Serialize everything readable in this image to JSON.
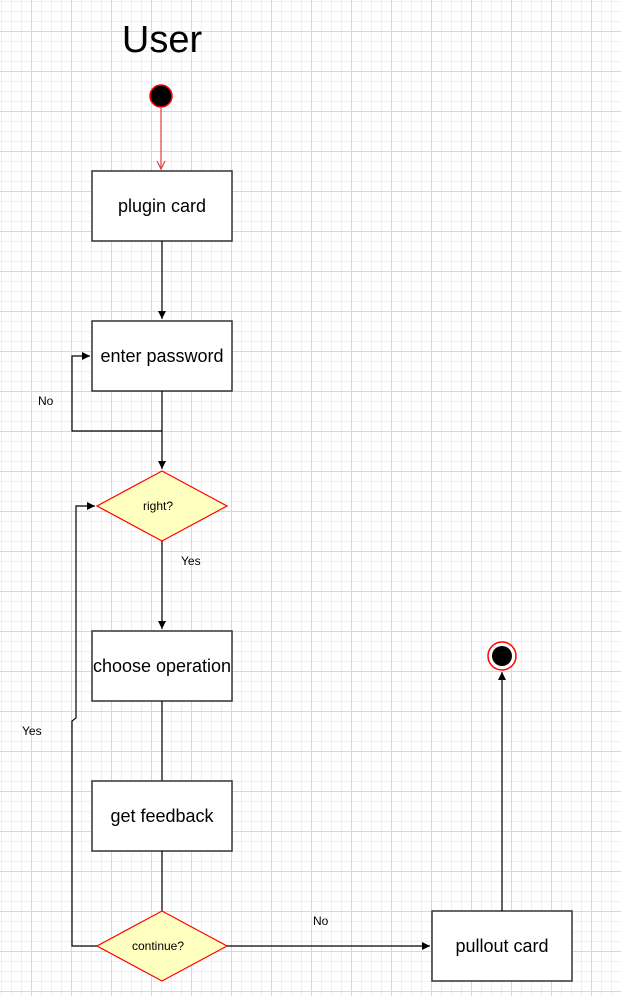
{
  "diagram": {
    "title": "User",
    "nodes": {
      "plugin": "plugin card",
      "password": "enter password",
      "right": "right?",
      "choose": "choose operation",
      "feedback": "get feedback",
      "continue": "continue?",
      "pullout": "pullout card"
    },
    "edge_labels": {
      "right_no": "No",
      "right_yes": "Yes",
      "continue_yes": "Yes",
      "continue_no": "No"
    },
    "colors": {
      "decision_fill": "#ffffc0",
      "decision_stroke": "#ff0000",
      "start_stroke": "#ff0000",
      "start_arrow": "#e04040",
      "line": "#000000"
    }
  }
}
